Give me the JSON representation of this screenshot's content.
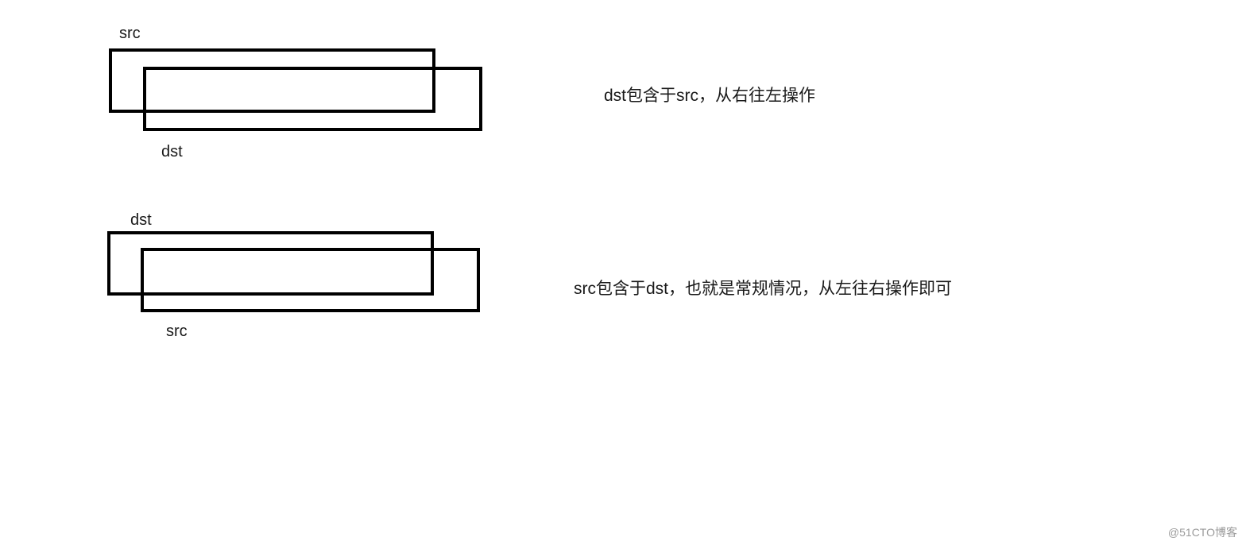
{
  "diagrams": [
    {
      "top_label": "src",
      "bottom_label": "dst",
      "caption": "dst包含于src，从右往左操作"
    },
    {
      "top_label": "dst",
      "bottom_label": "src",
      "caption": "src包含于dst，也就是常规情况，从左往右操作即可"
    }
  ],
  "watermark": "@51CTO博客"
}
